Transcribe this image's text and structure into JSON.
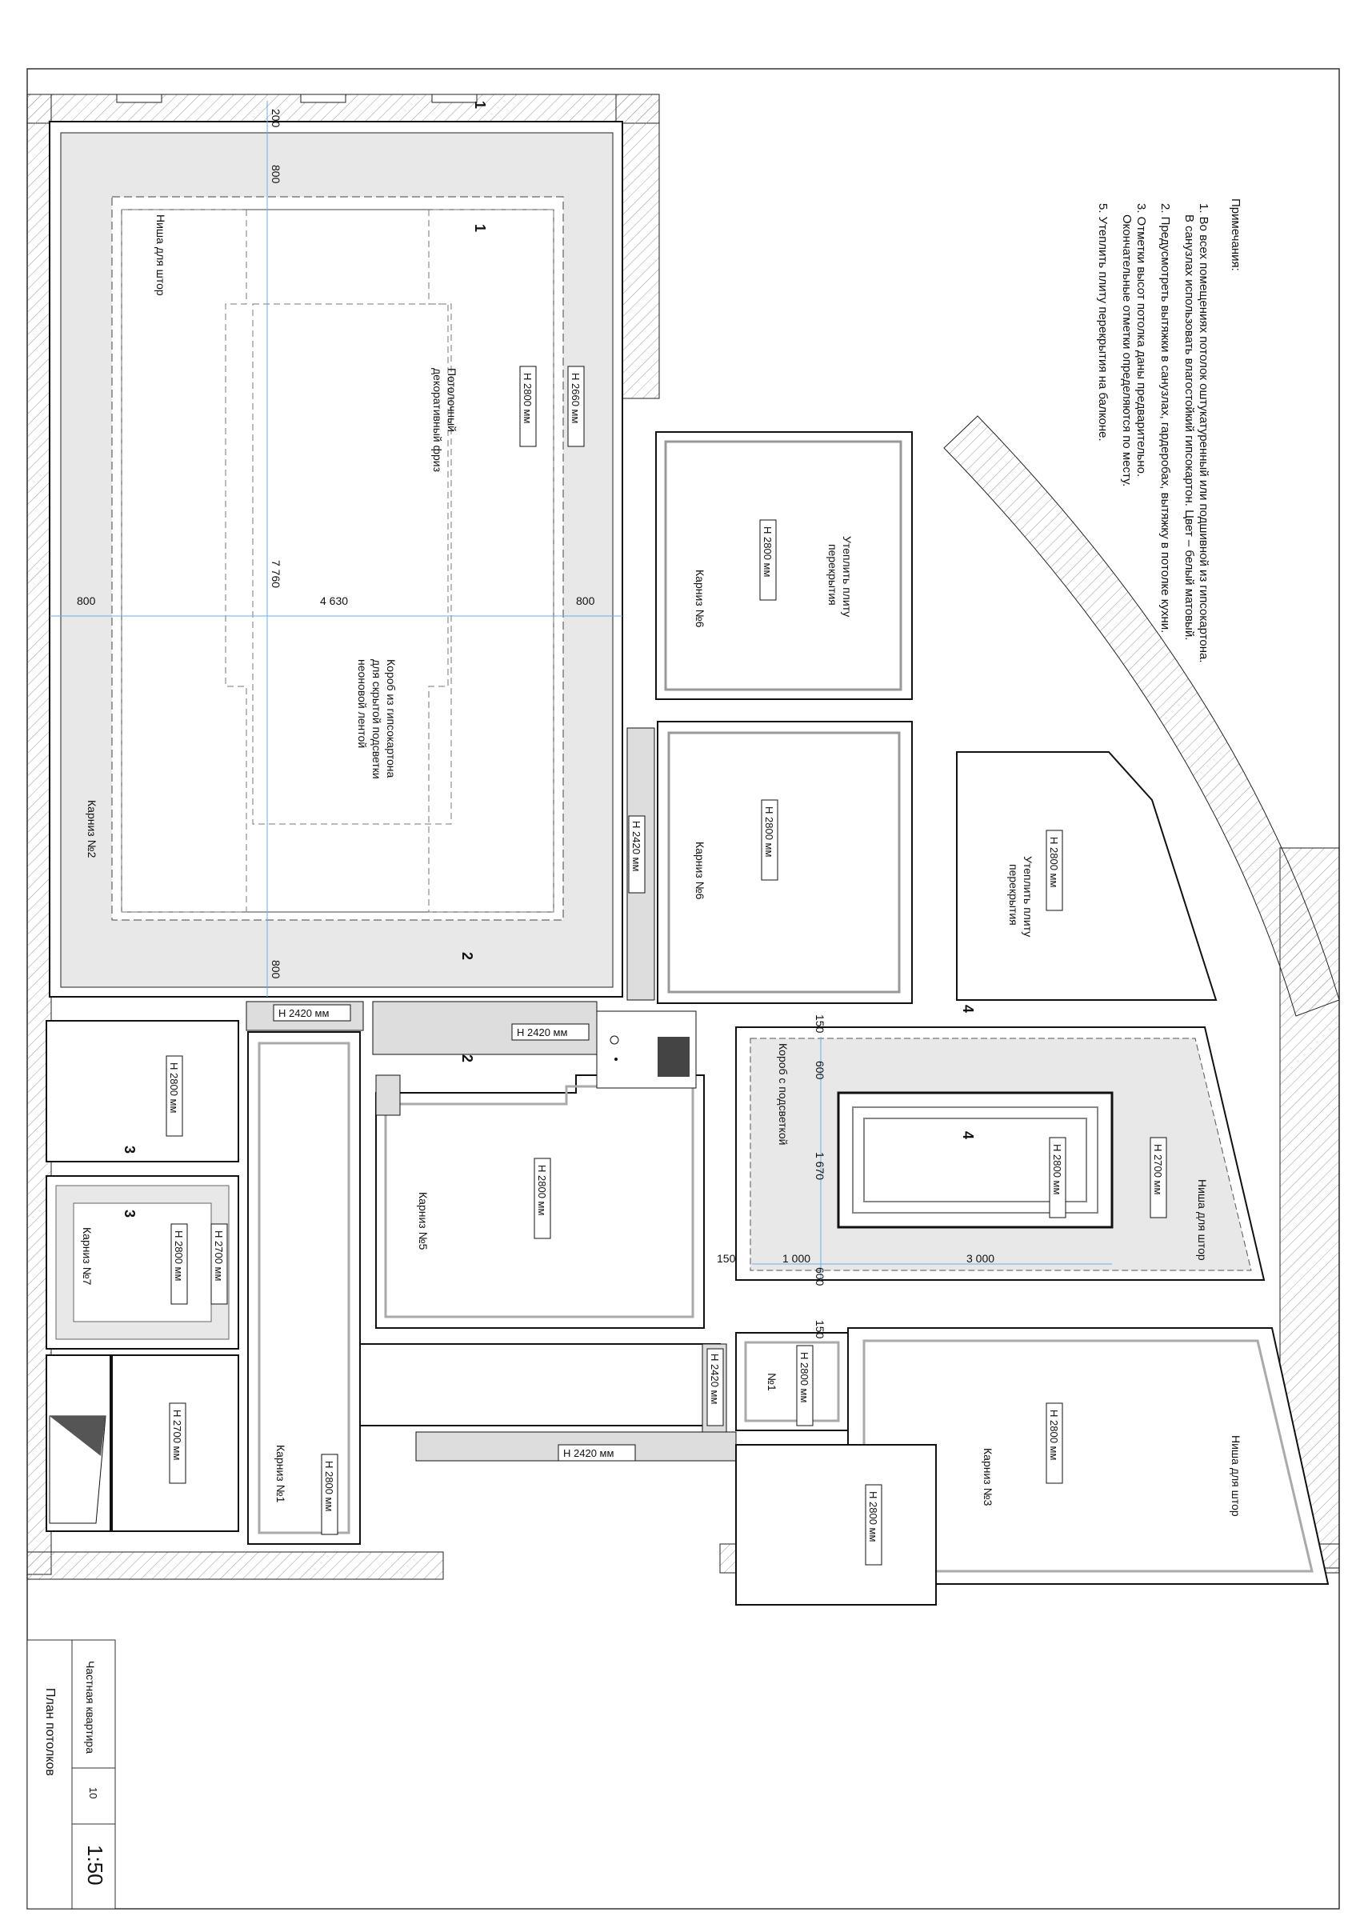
{
  "notes": {
    "title": "Примечания:",
    "items": [
      "1. Во всех помещениях потолок оштукатуренный или подшивной из гипсокартона.",
      "В санузлах использовать влагостойкий гипсокартон. Цвет – белый матовый.",
      "2. Предусмотреть вытяжки в санузлах, гардеробах, вытяжку в потолке кухни.",
      "3. Отметки высот потолка даны предварительно.",
      "Окончательные отметки определяются по месту.",
      "5. Утеплить плиту перекрытия на балконе."
    ]
  },
  "title_block": {
    "project": "Частная квартира",
    "sheet": "План потолков",
    "sheet_no": "10",
    "scale": "1:50"
  },
  "heights": {
    "h2660": "Н 2660 мм",
    "h2800": "Н 2800 мм",
    "h2700": "Н 2700 мм",
    "h2420": "Н 2420 мм"
  },
  "labels": {
    "niche": "Ниша для штор",
    "frieze_1": "Потолочный",
    "frieze_2": "декоративный фриз",
    "box_1": "Короб из гипсокартона",
    "box_2": "для скрытой подсветки",
    "box_3": "неоновой лентой",
    "insulate_1": "Утеплить плиту",
    "insulate_2": "перекрытия",
    "box_light": "Короб с подсветкой",
    "cornice_1": "Карниз №1",
    "cornice_2": "Карниз №2",
    "cornice_3": "Карниз №3",
    "cornice_5": "Карниз №5",
    "cornice_6": "Карниз №6",
    "cornice_7": "Карниз №7",
    "n1": "№1"
  },
  "sections": {
    "s1": "1",
    "s2": "2",
    "s3": "3",
    "s4": "4"
  },
  "dims": {
    "d200": "200",
    "d800": "800",
    "d7760": "7 760",
    "d4630": "4 630",
    "d150": "150",
    "d600": "600",
    "d1670": "1 670",
    "d1000": "1 000",
    "d3000": "3 000"
  }
}
